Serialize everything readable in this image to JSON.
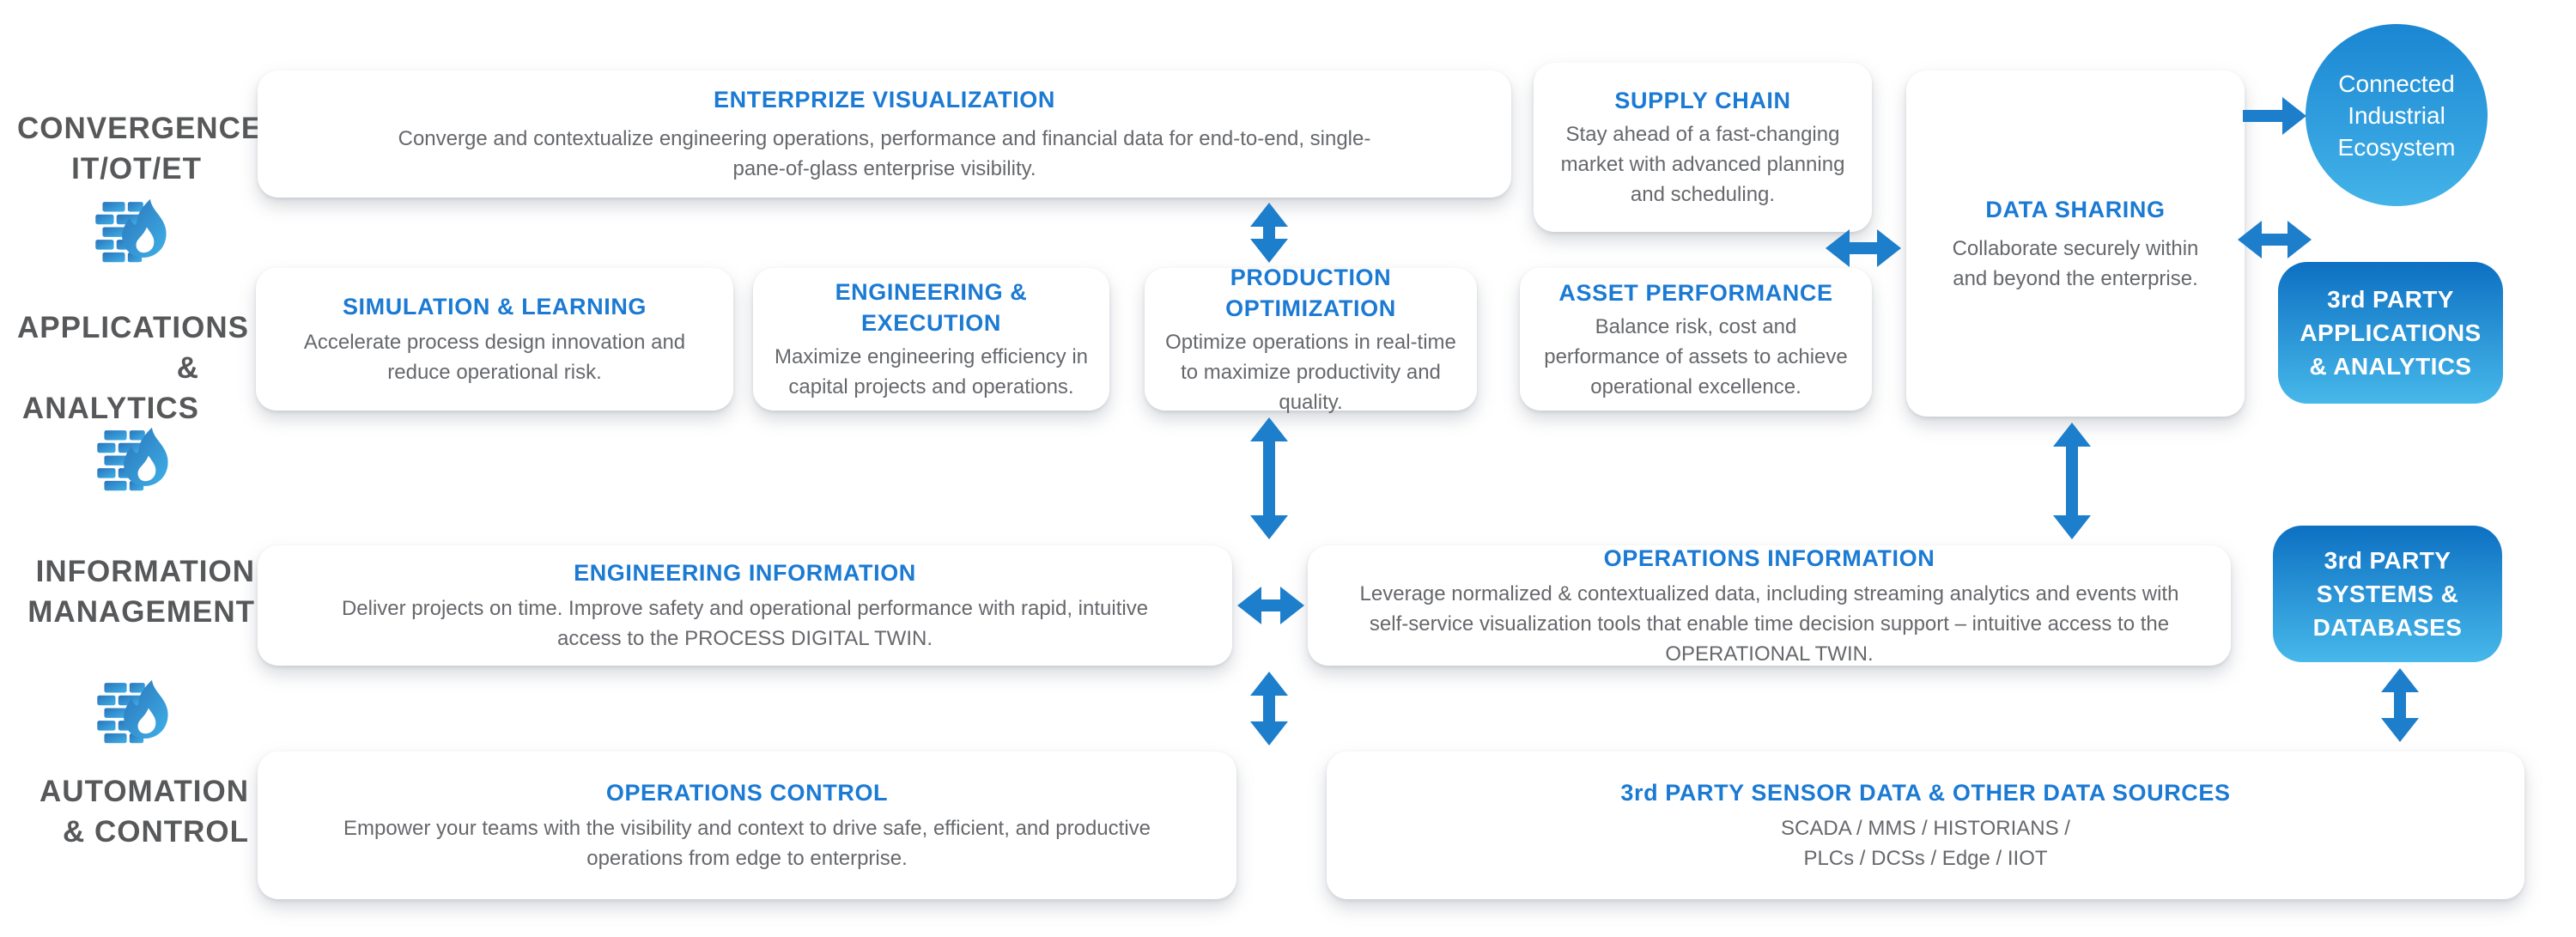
{
  "diagram": {
    "left_rail": {
      "labels": [
        {
          "line1": "CONVERGENCE",
          "line2": "IT/OT/ET"
        },
        {
          "line1": "APPLICATIONS",
          "line2": "& ANALYTICS"
        },
        {
          "line1": "INFORMATION",
          "line2": "MANAGEMENT"
        },
        {
          "line1": "AUTOMATION",
          "line2": "& CONTROL"
        }
      ],
      "icons": {
        "firewall": "firewall-icon"
      }
    },
    "cards": {
      "enterprise_visualization": {
        "title": "ENTERPRIZE VISUALIZATION",
        "body": "Converge and contextualize engineering operations, performance and financial data for end-to-end, single-pane-of-glass enterprise visibility."
      },
      "supply_chain": {
        "title": "SUPPLY CHAIN",
        "body": "Stay ahead of a fast-changing market with advanced planning and scheduling."
      },
      "data_sharing": {
        "title": "DATA SHARING",
        "body": "Collaborate securely within and beyond the enterprise."
      },
      "connected_ecosystem": {
        "title": "Connected Industrial Ecosystem"
      },
      "third_party_apps": {
        "title": "3rd PARTY APPLICATIONS & ANALYTICS"
      },
      "simulation_learning": {
        "title": "SIMULATION & LEARNING",
        "body": "Accelerate process design innovation and reduce operational risk."
      },
      "engineering_execution": {
        "title": "ENGINEERING & EXECUTION",
        "body": "Maximize engineering efficiency in capital projects and operations."
      },
      "production_optimization": {
        "title": "PRODUCTION OPTIMIZATION",
        "body": "Optimize operations in real-time to maximize productivity and quality."
      },
      "asset_performance": {
        "title": "ASSET PERFORMANCE",
        "body": "Balance risk, cost and performance of assets to achieve operational excellence."
      },
      "engineering_information": {
        "title": "ENGINEERING INFORMATION",
        "body": "Deliver projects on time. Improve safety and operational performance with rapid, intuitive access to the PROCESS DIGITAL TWIN."
      },
      "operations_information": {
        "title": "OPERATIONS INFORMATION",
        "body": "Leverage normalized & contextualized data, including streaming analytics and events with self-service visualization tools that enable time decision support – intuitive access to the OPERATIONAL TWIN."
      },
      "third_party_systems": {
        "title": "3rd PARTY SYSTEMS & DATABASES"
      },
      "operations_control": {
        "title": "OPERATIONS CONTROL",
        "body": "Empower your teams with the visibility and context to drive safe, efficient, and productive operations from edge to enterprise."
      },
      "third_party_sensor": {
        "title": "3rd PARTY SENSOR DATA & OTHER DATA SOURCES",
        "body_line1": "SCADA / MMS / HISTORIANS /",
        "body_line2": "PLCs / DCSs / Edge / IIOT"
      }
    },
    "colors": {
      "accent_blue": "#1b7ad3",
      "arrow_blue": "#1d7ecb",
      "label_gray": "#57585a",
      "body_gray": "#66686c",
      "gradient_top": "#0d70c2",
      "gradient_bottom": "#47b8ea"
    }
  }
}
